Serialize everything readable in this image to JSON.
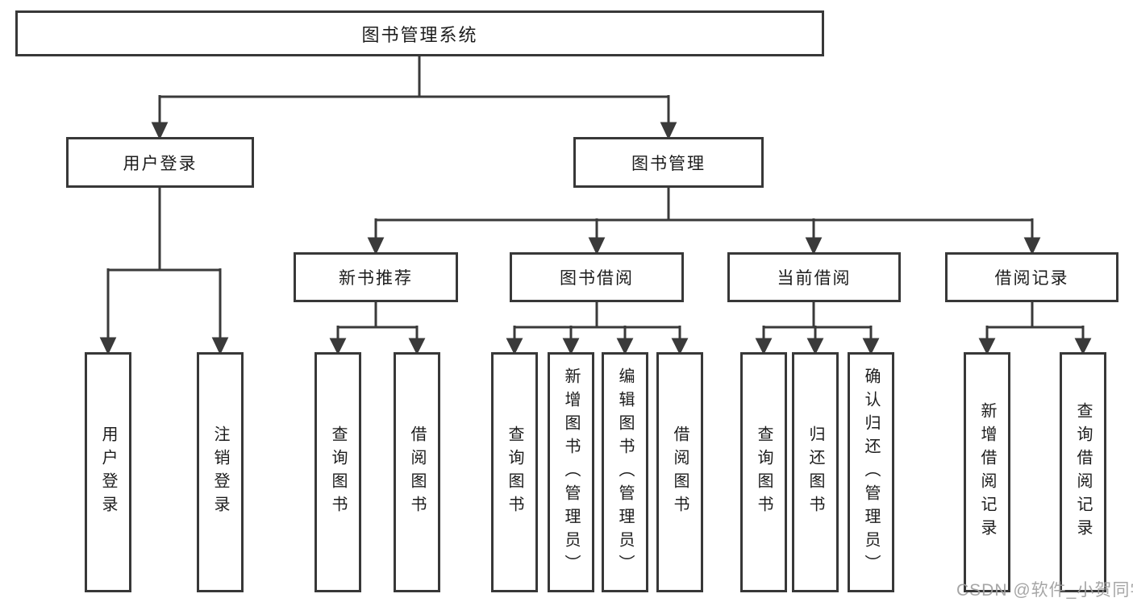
{
  "diagram": {
    "root": "图书管理系统",
    "branches": [
      {
        "label": "用户登录",
        "children": [
          "用户登录",
          "注销登录"
        ]
      },
      {
        "label": "图书管理",
        "groups": [
          {
            "label": "新书推荐",
            "children": [
              "查询图书",
              "借阅图书"
            ]
          },
          {
            "label": "图书借阅",
            "children": [
              "查询图书",
              "新增图书（管理员）",
              "编辑图书（管理员）",
              "借阅图书"
            ]
          },
          {
            "label": "当前借阅",
            "children": [
              "查询图书",
              "归还图书",
              "确认归还（管理员）"
            ]
          },
          {
            "label": "借阅记录",
            "children": [
              "新增借阅记录",
              "查询借阅记录"
            ]
          }
        ]
      }
    ]
  },
  "watermark": "CSDN @软件_小贺同学",
  "colors": {
    "line": "#3a3a3a",
    "box_border": "#383838",
    "text": "#1c1c1c",
    "watermark": "#9e9e9e",
    "background": "#ffffff"
  }
}
